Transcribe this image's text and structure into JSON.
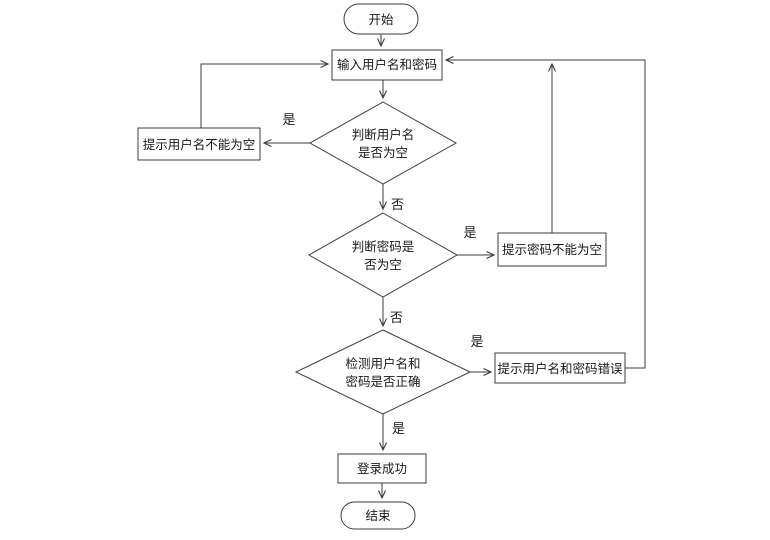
{
  "flowchart": {
    "description": "login validation flowchart",
    "colors": {
      "stroke": "#3d3d3d",
      "text": "#1a1a1a",
      "background": "#ffffff"
    },
    "nodes": {
      "start": {
        "type": "terminator",
        "label": "开始"
      },
      "input": {
        "type": "process",
        "label": "输入用户名和密码"
      },
      "check_username": {
        "type": "decision",
        "line1": "判断用户名",
        "line2": "是否为空"
      },
      "prompt_username_empty": {
        "type": "process",
        "label": "提示用户名不能为空"
      },
      "check_password": {
        "type": "decision",
        "line1": "判断密码是",
        "line2": "否为空"
      },
      "prompt_password_empty": {
        "type": "process",
        "label": "提示密码不能为空"
      },
      "check_correct": {
        "type": "decision",
        "line1": "检测用户名和",
        "line2": "密码是否正确"
      },
      "prompt_wrong": {
        "type": "process",
        "label": "提示用户名和密码错误"
      },
      "login_success": {
        "type": "process",
        "label": "登录成功"
      },
      "end": {
        "type": "terminator",
        "label": "结束"
      }
    },
    "edges": [
      {
        "from": "start",
        "to": "input",
        "label": ""
      },
      {
        "from": "input",
        "to": "check_username",
        "label": ""
      },
      {
        "from": "check_username",
        "to": "prompt_username_empty",
        "label": "是"
      },
      {
        "from": "prompt_username_empty",
        "to": "input",
        "label": ""
      },
      {
        "from": "check_username",
        "to": "check_password",
        "label": "否"
      },
      {
        "from": "check_password",
        "to": "prompt_password_empty",
        "label": "是"
      },
      {
        "from": "prompt_password_empty",
        "to": "input",
        "label": ""
      },
      {
        "from": "check_password",
        "to": "check_correct",
        "label": "否"
      },
      {
        "from": "check_correct",
        "to": "prompt_wrong",
        "label": "是"
      },
      {
        "from": "prompt_wrong",
        "to": "input",
        "label": ""
      },
      {
        "from": "check_correct",
        "to": "login_success",
        "label": "是"
      },
      {
        "from": "login_success",
        "to": "end",
        "label": ""
      }
    ]
  }
}
